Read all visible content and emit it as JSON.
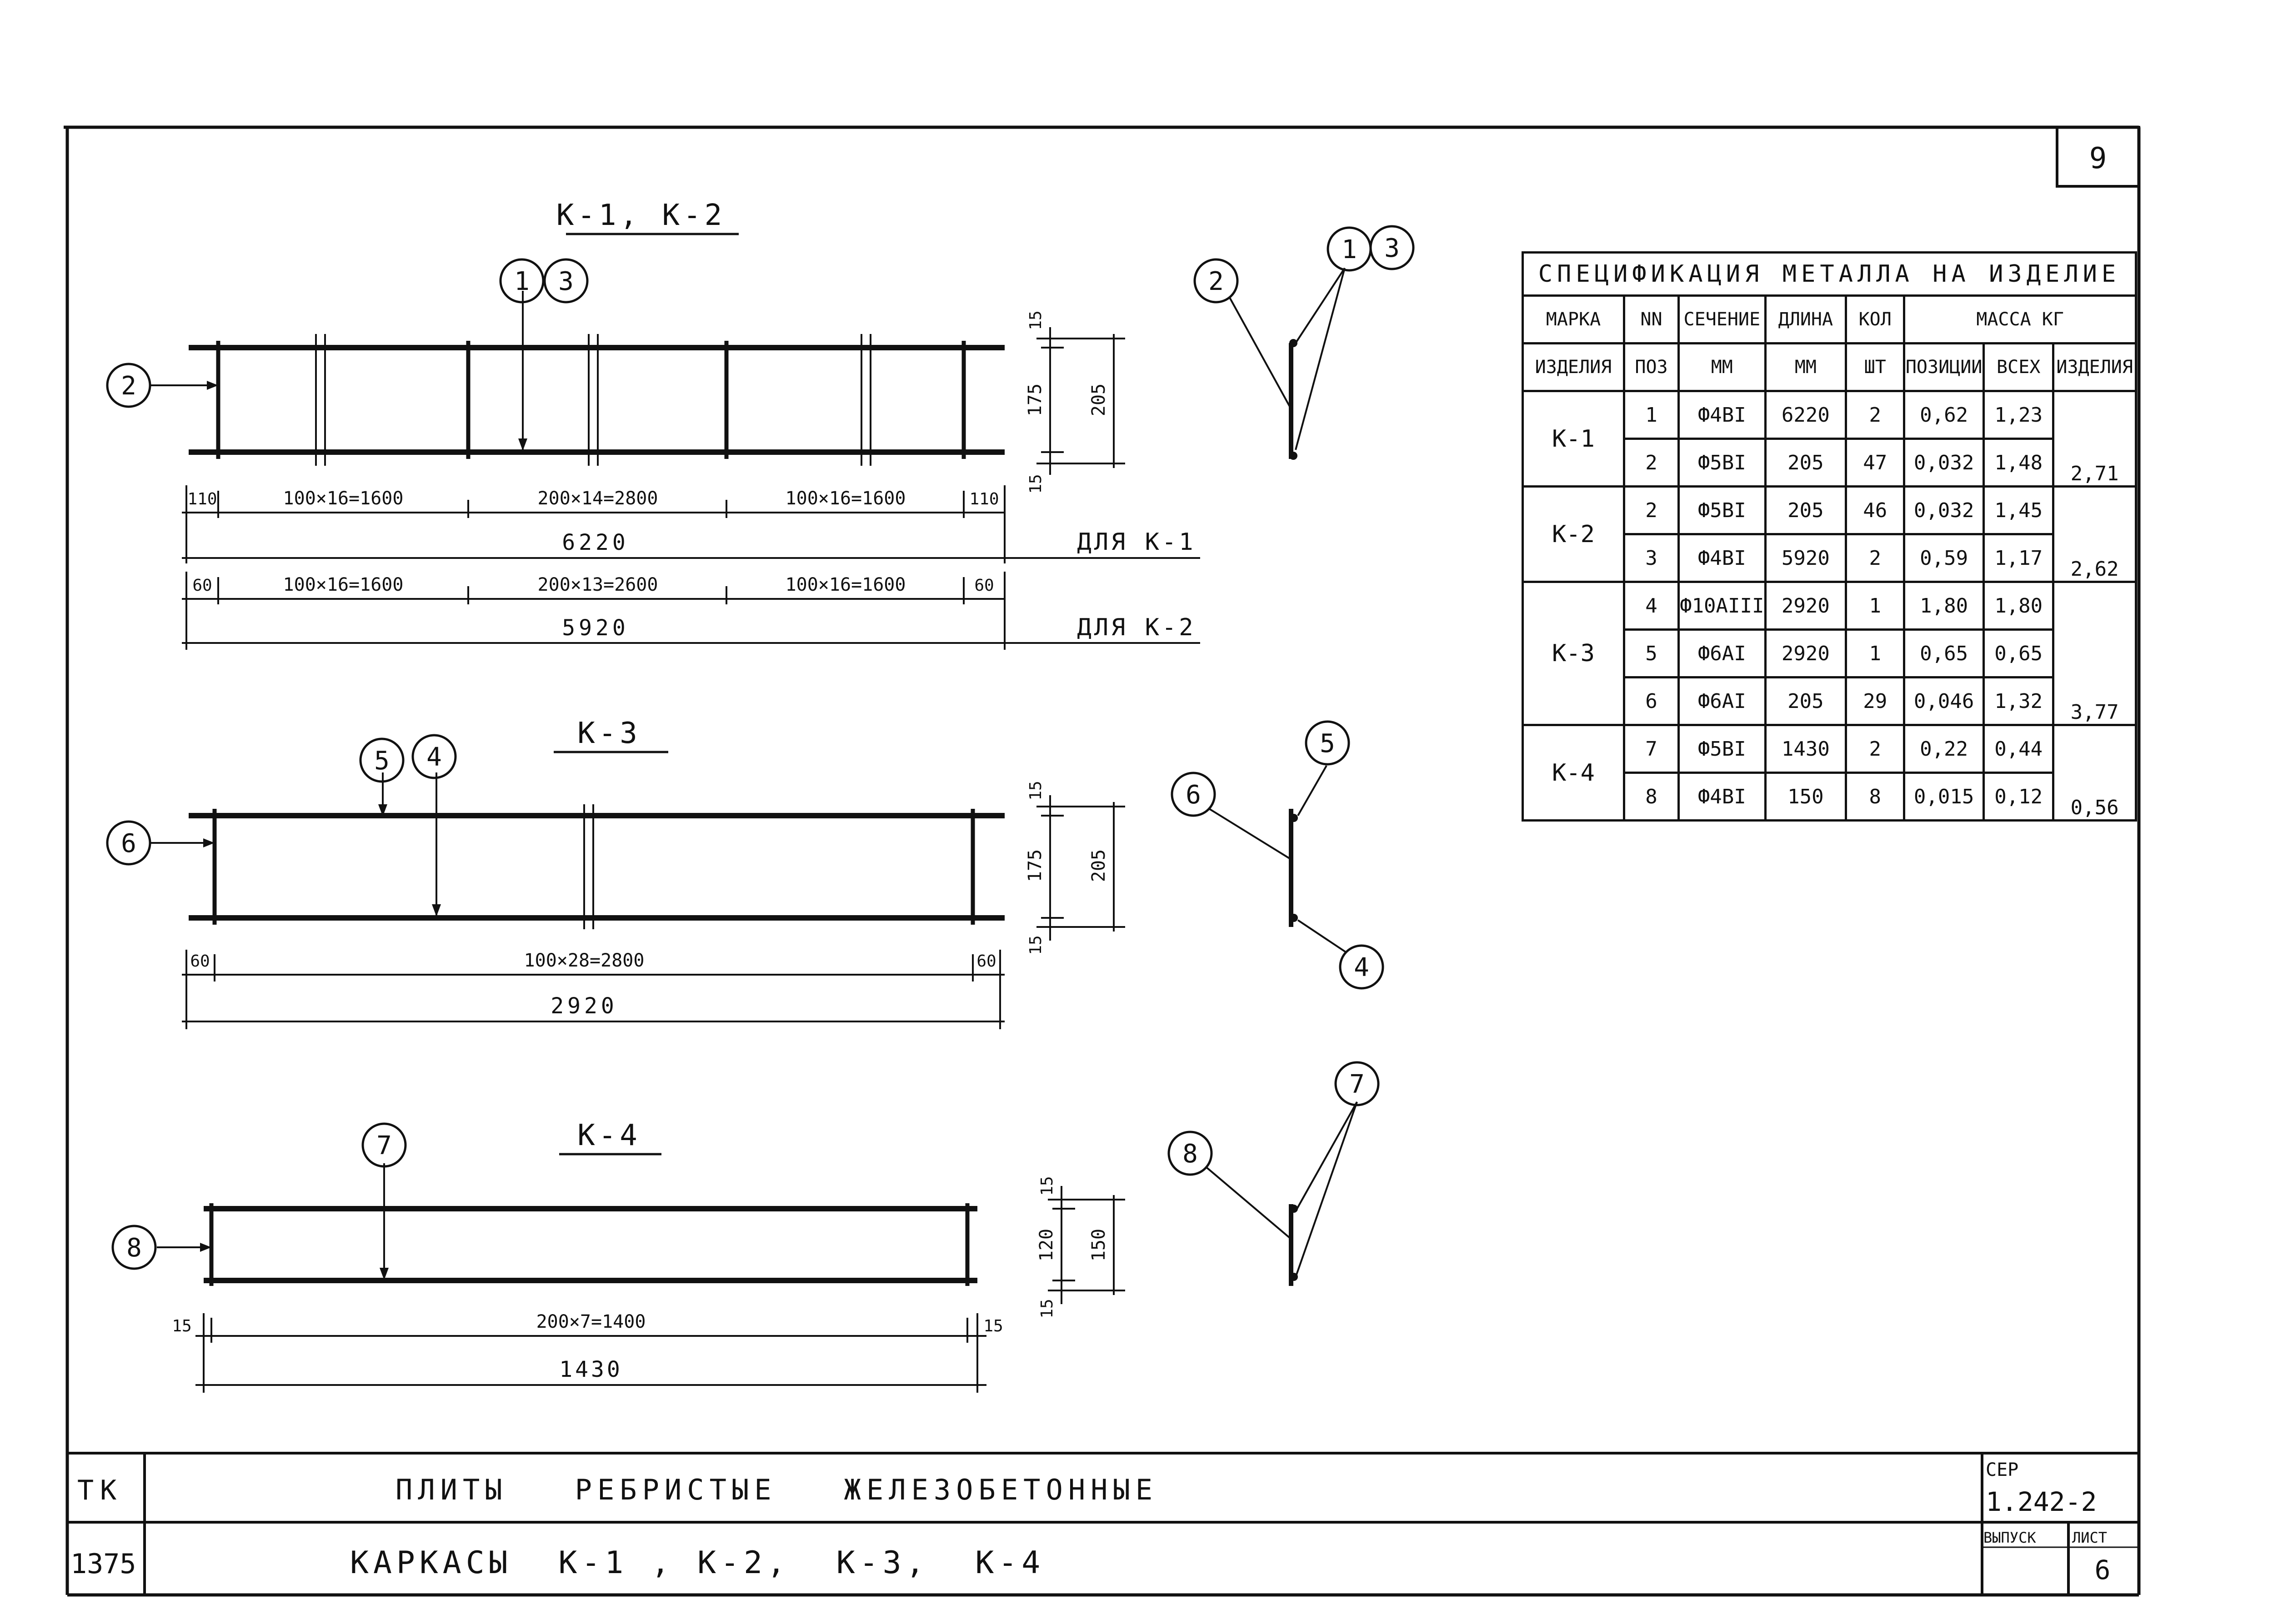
{
  "sheet": {
    "page_number": "9",
    "cipher": "ТК",
    "doc_number": "1375",
    "title_line1": "ПЛИТЫ   РЕБРИСТЫЕ   ЖЕЛЕЗОБЕТОННЫЕ",
    "title_line2": "КАРКАСЫ  К-1 , К-2,  К-3,  К-4",
    "series_label": "СЕР",
    "series_value": "1.242-2",
    "issue_label": "ВЫПУСК",
    "sheet_label": "ЛИСТ",
    "sheet_value": "6"
  },
  "frames": {
    "k1k2": {
      "title": "К-1, К-2",
      "pos_top": [
        "1",
        "3"
      ],
      "pos_left": "2",
      "dims_k1": [
        "110",
        "100×16=1600",
        "200×14=2800",
        "100×16=1600",
        "110"
      ],
      "total_k1": "6220",
      "note_k1": "ДЛЯ К-1",
      "dims_k2": [
        "60",
        "100×16=1600",
        "200×13=2600",
        "100×16=1600",
        "60"
      ],
      "total_k2": "5920",
      "note_k2": "ДЛЯ К-2",
      "vert_dims": [
        "15",
        "175",
        "15"
      ],
      "vert_total": "205",
      "section_labels": [
        "2",
        "1",
        "3"
      ]
    },
    "k3": {
      "title": "К-3",
      "pos_top": [
        "5",
        "4"
      ],
      "pos_left": "6",
      "dims": [
        "60",
        "100×28=2800",
        "60"
      ],
      "total": "2920",
      "vert_dims": [
        "15",
        "175",
        "15"
      ],
      "vert_total": "205",
      "section_labels": [
        "6",
        "5",
        "4"
      ]
    },
    "k4": {
      "title": "К-4",
      "pos_top": "7",
      "pos_left": "8",
      "dims": [
        "15",
        "200×7=1400",
        "15"
      ],
      "total": "1430",
      "vert_dims": [
        "15",
        "120",
        "15"
      ],
      "vert_total": "150",
      "section_labels": [
        "8",
        "7"
      ]
    }
  },
  "spec": {
    "title": "СПЕЦИФИКАЦИЯ МЕТАЛЛА НА ИЗДЕЛИЕ",
    "headers": {
      "mark_1": "МАРКА",
      "mark_2": "ИЗДЕЛИЯ",
      "pos_1": "NN",
      "pos_2": "ПОЗ",
      "section_1": "СЕЧЕНИЕ",
      "section_2": "ММ",
      "length_1": "ДЛИНА",
      "length_2": "ММ",
      "qty_1": "КОЛ",
      "qty_2": "ШТ",
      "mass": "МАССА  КГ",
      "mass_pos": "ПОЗИЦИИ",
      "mass_all": "ВСЕХ",
      "mass_item": "ИЗДЕЛИЯ"
    },
    "groups": [
      {
        "mark": "К-1",
        "item_mass": "2,71",
        "rows": [
          {
            "pos": "1",
            "section": "Ф4ВI",
            "length": "6220",
            "qty": "2",
            "mass_pos": "0,62",
            "mass_all": "1,23"
          },
          {
            "pos": "2",
            "section": "Ф5ВI",
            "length": "205",
            "qty": "47",
            "mass_pos": "0,032",
            "mass_all": "1,48"
          }
        ]
      },
      {
        "mark": "К-2",
        "item_mass": "2,62",
        "rows": [
          {
            "pos": "2",
            "section": "Ф5ВI",
            "length": "205",
            "qty": "46",
            "mass_pos": "0,032",
            "mass_all": "1,45"
          },
          {
            "pos": "3",
            "section": "Ф4ВI",
            "length": "5920",
            "qty": "2",
            "mass_pos": "0,59",
            "mass_all": "1,17"
          }
        ]
      },
      {
        "mark": "К-3",
        "item_mass": "3,77",
        "rows": [
          {
            "pos": "4",
            "section": "Ф10АIII",
            "length": "2920",
            "qty": "1",
            "mass_pos": "1,80",
            "mass_all": "1,80"
          },
          {
            "pos": "5",
            "section": "Ф6АI",
            "length": "2920",
            "qty": "1",
            "mass_pos": "0,65",
            "mass_all": "0,65"
          },
          {
            "pos": "6",
            "section": "Ф6АI",
            "length": "205",
            "qty": "29",
            "mass_pos": "0,046",
            "mass_all": "1,32"
          }
        ]
      },
      {
        "mark": "К-4",
        "item_mass": "0,56",
        "rows": [
          {
            "pos": "7",
            "section": "Ф5ВI",
            "length": "1430",
            "qty": "2",
            "mass_pos": "0,22",
            "mass_all": "0,44"
          },
          {
            "pos": "8",
            "section": "Ф4ВI",
            "length": "150",
            "qty": "8",
            "mass_pos": "0,015",
            "mass_all": "0,12"
          }
        ]
      }
    ]
  }
}
